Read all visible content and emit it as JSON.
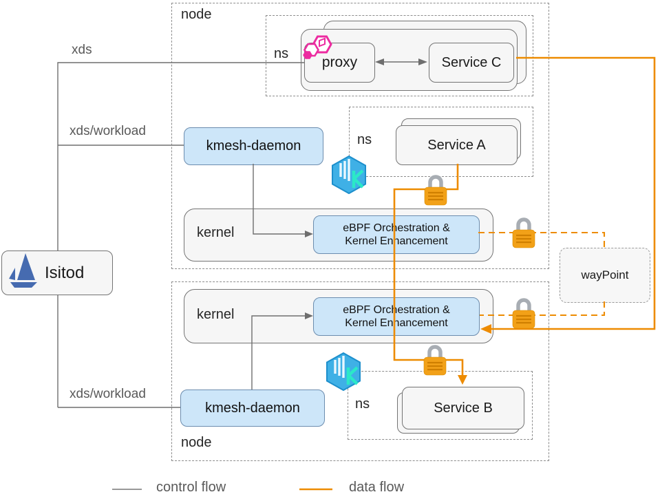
{
  "title": "Kmesh architecture diagram",
  "legend": {
    "control_label": "control flow",
    "data_label": "data flow"
  },
  "labels": {
    "xds": "xds",
    "xds_workload_top": "xds/workload",
    "xds_workload_bottom": "xds/workload",
    "node_top": "node",
    "node_bottom": "node",
    "ns_top": "ns",
    "ns_service_a": "ns",
    "ns_service_b": "ns",
    "kernel_top": "kernel",
    "kernel_bottom": "kernel"
  },
  "boxes": {
    "istiod": "Isitod",
    "proxy": "proxy",
    "service_c": "Service C",
    "service_a": "Service A",
    "service_b": "Service B",
    "kmesh_daemon_top": "kmesh-daemon",
    "kmesh_daemon_bottom": "kmesh-daemon",
    "ebpf_top_line1": "eBPF Orchestration &",
    "ebpf_top_line2": "Kernel Enhancement",
    "ebpf_bottom_line1": "eBPF Orchestration &",
    "ebpf_bottom_line2": "Kernel Enhancement",
    "waypoint": "wayPoint"
  },
  "icons": {
    "istio_logo": "istio-sailboat-logo",
    "envoy_logo": "envoy-proxy-logo",
    "kmesh_logo_top": "kmesh-cube-logo",
    "kmesh_logo_bottom": "kmesh-cube-logo",
    "locks": [
      "padlock-icon-service-a",
      "padlock-icon-waypoint-in",
      "padlock-icon-waypoint-out",
      "padlock-icon-service-b"
    ]
  },
  "colors": {
    "data_flow_orange": "#ED8B00",
    "control_flow_gray": "#6E6E6E",
    "component_blue_fill": "#CDE6F9",
    "box_gray_fill": "#F6F6F6",
    "istio_blue": "#466BB0",
    "kmesh_blue": "#3FB0E6",
    "envoy_pink": "#E91E8C",
    "lock_orange": "#F2A118"
  }
}
